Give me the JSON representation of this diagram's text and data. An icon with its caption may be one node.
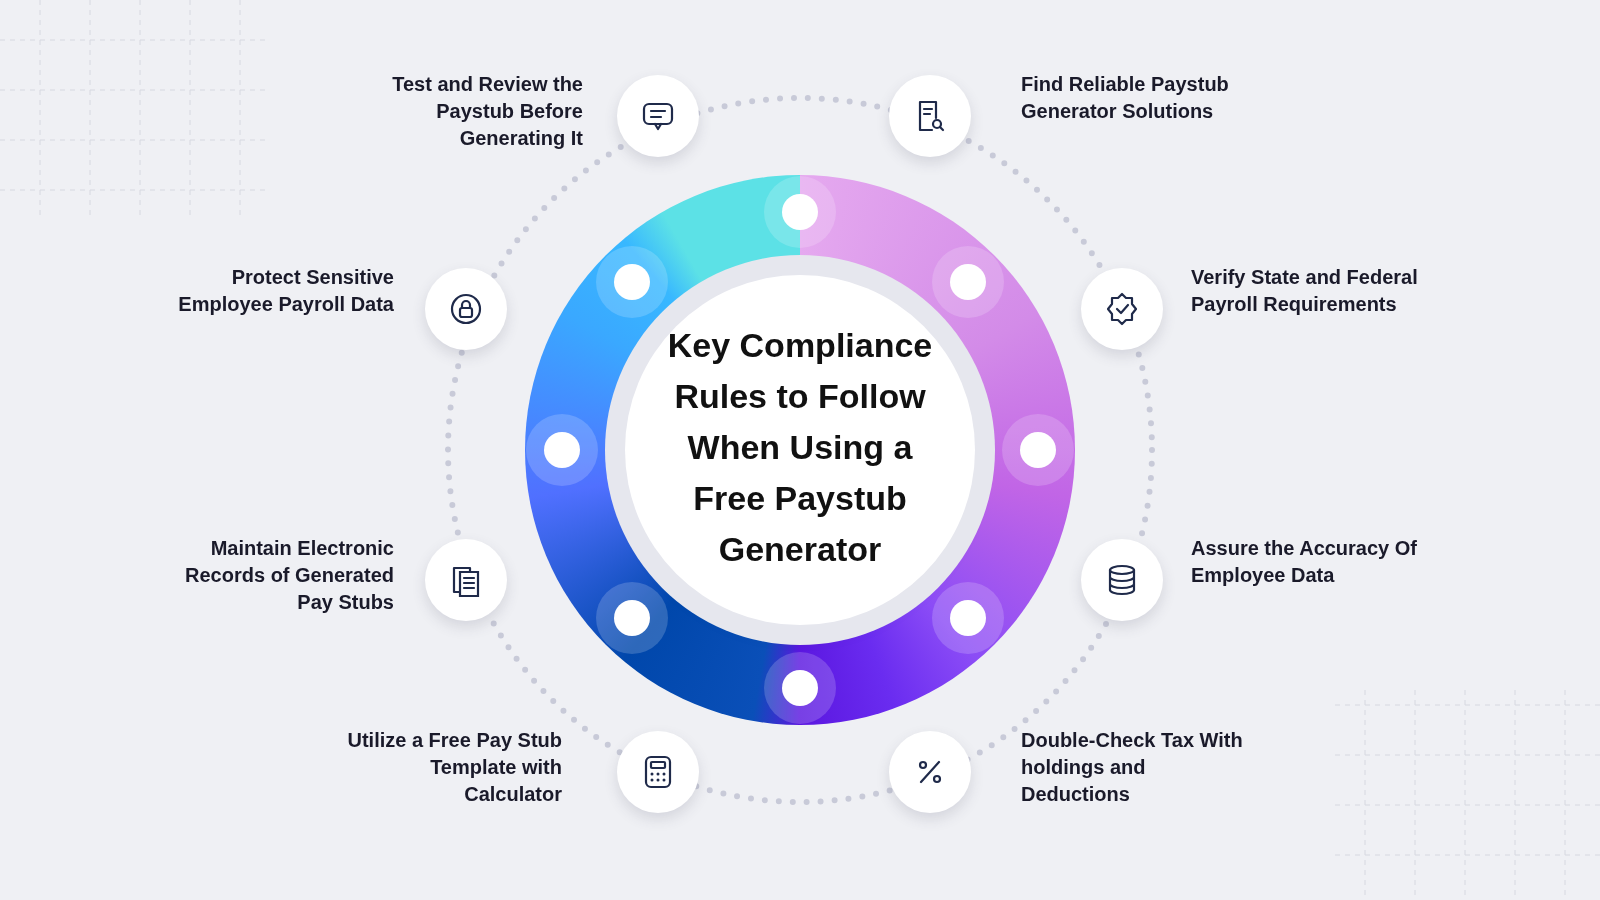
{
  "diagram": {
    "nodes": [
      {
        "text": [
          "Key Compliance Rules to Follow When Using a Free Paystub Generator"
        ]
      },
      {
        "text": [],
        "shape": "circle",
        "beside": [
          "Test and Review the Paystub Before Generating It"
        ]
      },
      {
        "text": [],
        "shape": "circle",
        "beside": [
          "Find Reliable Paystub Generator Solutions"
        ]
      },
      {
        "text": [],
        "shape": "circle",
        "beside": [
          "Protect Sensitive Employee Payroll Data"
        ]
      },
      {
        "text": [],
        "shape": "circle",
        "beside": [
          "Verify State and Federal Payroll Requirements"
        ]
      },
      {
        "text": [],
        "shape": "circle",
        "beside": [
          "Maintain Electronic Records of Generated Pay Stubs"
        ]
      },
      {
        "text": [],
        "shape": "circle",
        "beside": [
          "Assure the Accuracy Of Employee Data"
        ]
      },
      {
        "text": [],
        "shape": "circle",
        "beside": [
          "Utilize a Free Pay Stub Template with Calculator"
        ]
      },
      {
        "text": [],
        "shape": "circle",
        "beside": [
          "Double-Check Tax With holdings and Deductions"
        ]
      }
    ]
  }
}
